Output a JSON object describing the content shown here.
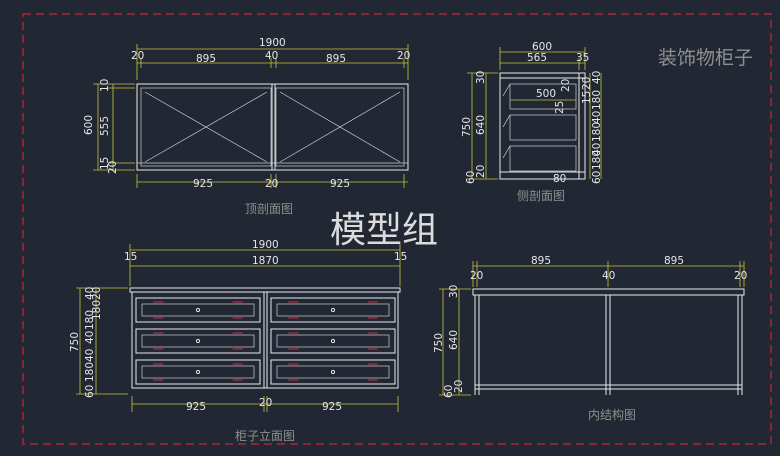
{
  "titles": {
    "corner": "装饰物柜子",
    "main": "模型组",
    "top_section": "顶剖面图",
    "side_section": "侧剖面图",
    "elevation": "柜子立面图",
    "internal": "内结构图"
  },
  "top_view": {
    "overall": "1900",
    "top_row": [
      "20",
      "895",
      "40",
      "895",
      "20"
    ],
    "bottom_row": [
      "925",
      "20",
      "925"
    ],
    "left": [
      "600",
      "10",
      "555",
      "15",
      "20"
    ]
  },
  "side_view": {
    "top": [
      "600",
      "565",
      "35"
    ],
    "inner": [
      "500",
      "20",
      "25"
    ],
    "right": [
      "20",
      "40",
      "180",
      "40",
      "15",
      "180",
      "40",
      "180",
      "60"
    ],
    "left": [
      "750",
      "30",
      "640",
      "20",
      "60"
    ],
    "bottom": [
      "80"
    ]
  },
  "elevation": {
    "overall": "1900",
    "inner": "1870",
    "sides": [
      "15",
      "15"
    ],
    "bottom_row": [
      "925",
      "20",
      "925"
    ],
    "left_overall": "750",
    "left": [
      "40",
      "20",
      "180",
      "40",
      "180",
      "40",
      "180",
      "60"
    ]
  },
  "internal": {
    "top_row": [
      "20",
      "895",
      "40",
      "895",
      "20"
    ],
    "left": [
      "750",
      "30",
      "640",
      "20",
      "60"
    ]
  },
  "colors": {
    "background": "#222833",
    "frame": "#c8243c",
    "dimension": "#c9c23a",
    "object": "#e8e8e8",
    "handle": "#e0263c"
  }
}
